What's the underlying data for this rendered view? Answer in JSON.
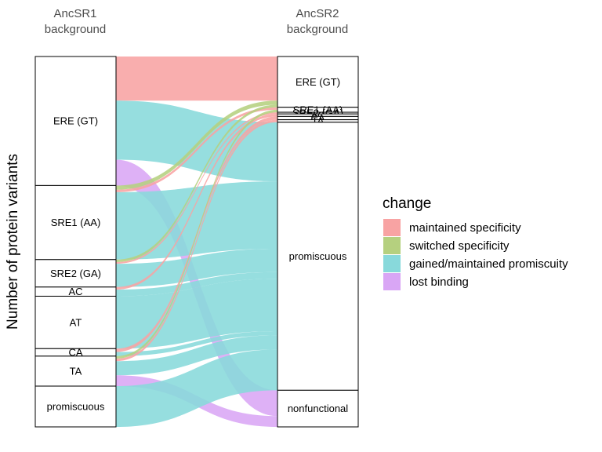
{
  "chart_data": {
    "type": "alluvial",
    "ylabel": "Number of protein variants",
    "axes": [
      {
        "label_line1": "AncSR1",
        "label_line2": "background"
      },
      {
        "label_line1": "AncSR2",
        "label_line2": "background"
      }
    ],
    "left_strata": [
      "ERE (GT)",
      "SRE1 (AA)",
      "SRE2 (GA)",
      "AC",
      "AT",
      "CA",
      "TA",
      "promiscuous"
    ],
    "right_strata": [
      "ERE (GT)",
      "SRE1 (AA)",
      "SRE2 (GA)",
      "AC",
      "CA",
      "TA",
      "promiscuous",
      "nonfunctional"
    ],
    "legend": {
      "title": "change",
      "items": [
        {
          "label": "maintained specificity",
          "color": "#F8A3A3",
          "key": "maintained"
        },
        {
          "label": "switched specificity",
          "color": "#B5D07F",
          "key": "switched"
        },
        {
          "label": "gained/maintained promiscuity",
          "color": "#88D9DB",
          "key": "promiscuity"
        },
        {
          "label": "lost binding",
          "color": "#D9A6F5",
          "key": "lost"
        }
      ]
    },
    "flows": [
      {
        "from": "ERE (GT)",
        "to": "ERE (GT)",
        "value": 53,
        "type": "maintained"
      },
      {
        "from": "ERE (GT)",
        "to": "promiscuous",
        "value": 71,
        "type": "promiscuity"
      },
      {
        "from": "ERE (GT)",
        "to": "nonfunctional",
        "value": 31,
        "type": "lost"
      },
      {
        "from": "SRE1 (AA)",
        "to": "SRE1 (AA)",
        "value": 3,
        "type": "maintained"
      },
      {
        "from": "SRE1 (AA)",
        "to": "promiscuous",
        "value": 81,
        "type": "promiscuity"
      },
      {
        "from": "SRE1 (AA)",
        "to": "ERE (GT)",
        "value": 5,
        "type": "switched"
      },
      {
        "from": "SRE2 (GA)",
        "to": "SRE2 (GA)",
        "value": 2,
        "type": "maintained"
      },
      {
        "from": "SRE2 (GA)",
        "to": "promiscuous",
        "value": 28,
        "type": "promiscuity"
      },
      {
        "from": "SRE2 (GA)",
        "to": "ERE (GT)",
        "value": 3,
        "type": "switched"
      },
      {
        "from": "AC",
        "to": "AC",
        "value": 3,
        "type": "maintained"
      },
      {
        "from": "AC",
        "to": "promiscuous",
        "value": 8,
        "type": "promiscuity"
      },
      {
        "from": "AT",
        "to": "promiscuous",
        "value": 63,
        "type": "promiscuity"
      },
      {
        "from": "CA",
        "to": "CA",
        "value": 4,
        "type": "maintained"
      },
      {
        "from": "CA",
        "to": "promiscuous",
        "value": 5,
        "type": "promiscuity"
      },
      {
        "from": "TA",
        "to": "TA",
        "value": 3,
        "type": "maintained"
      },
      {
        "from": "TA",
        "to": "SRE1 (AA)",
        "value": 3,
        "type": "switched"
      },
      {
        "from": "TA",
        "to": "promiscuous",
        "value": 17,
        "type": "promiscuity"
      },
      {
        "from": "TA",
        "to": "nonfunctional",
        "value": 13,
        "type": "lost"
      },
      {
        "from": "promiscuous",
        "to": "promiscuous",
        "value": 49,
        "type": "promiscuity"
      }
    ]
  }
}
